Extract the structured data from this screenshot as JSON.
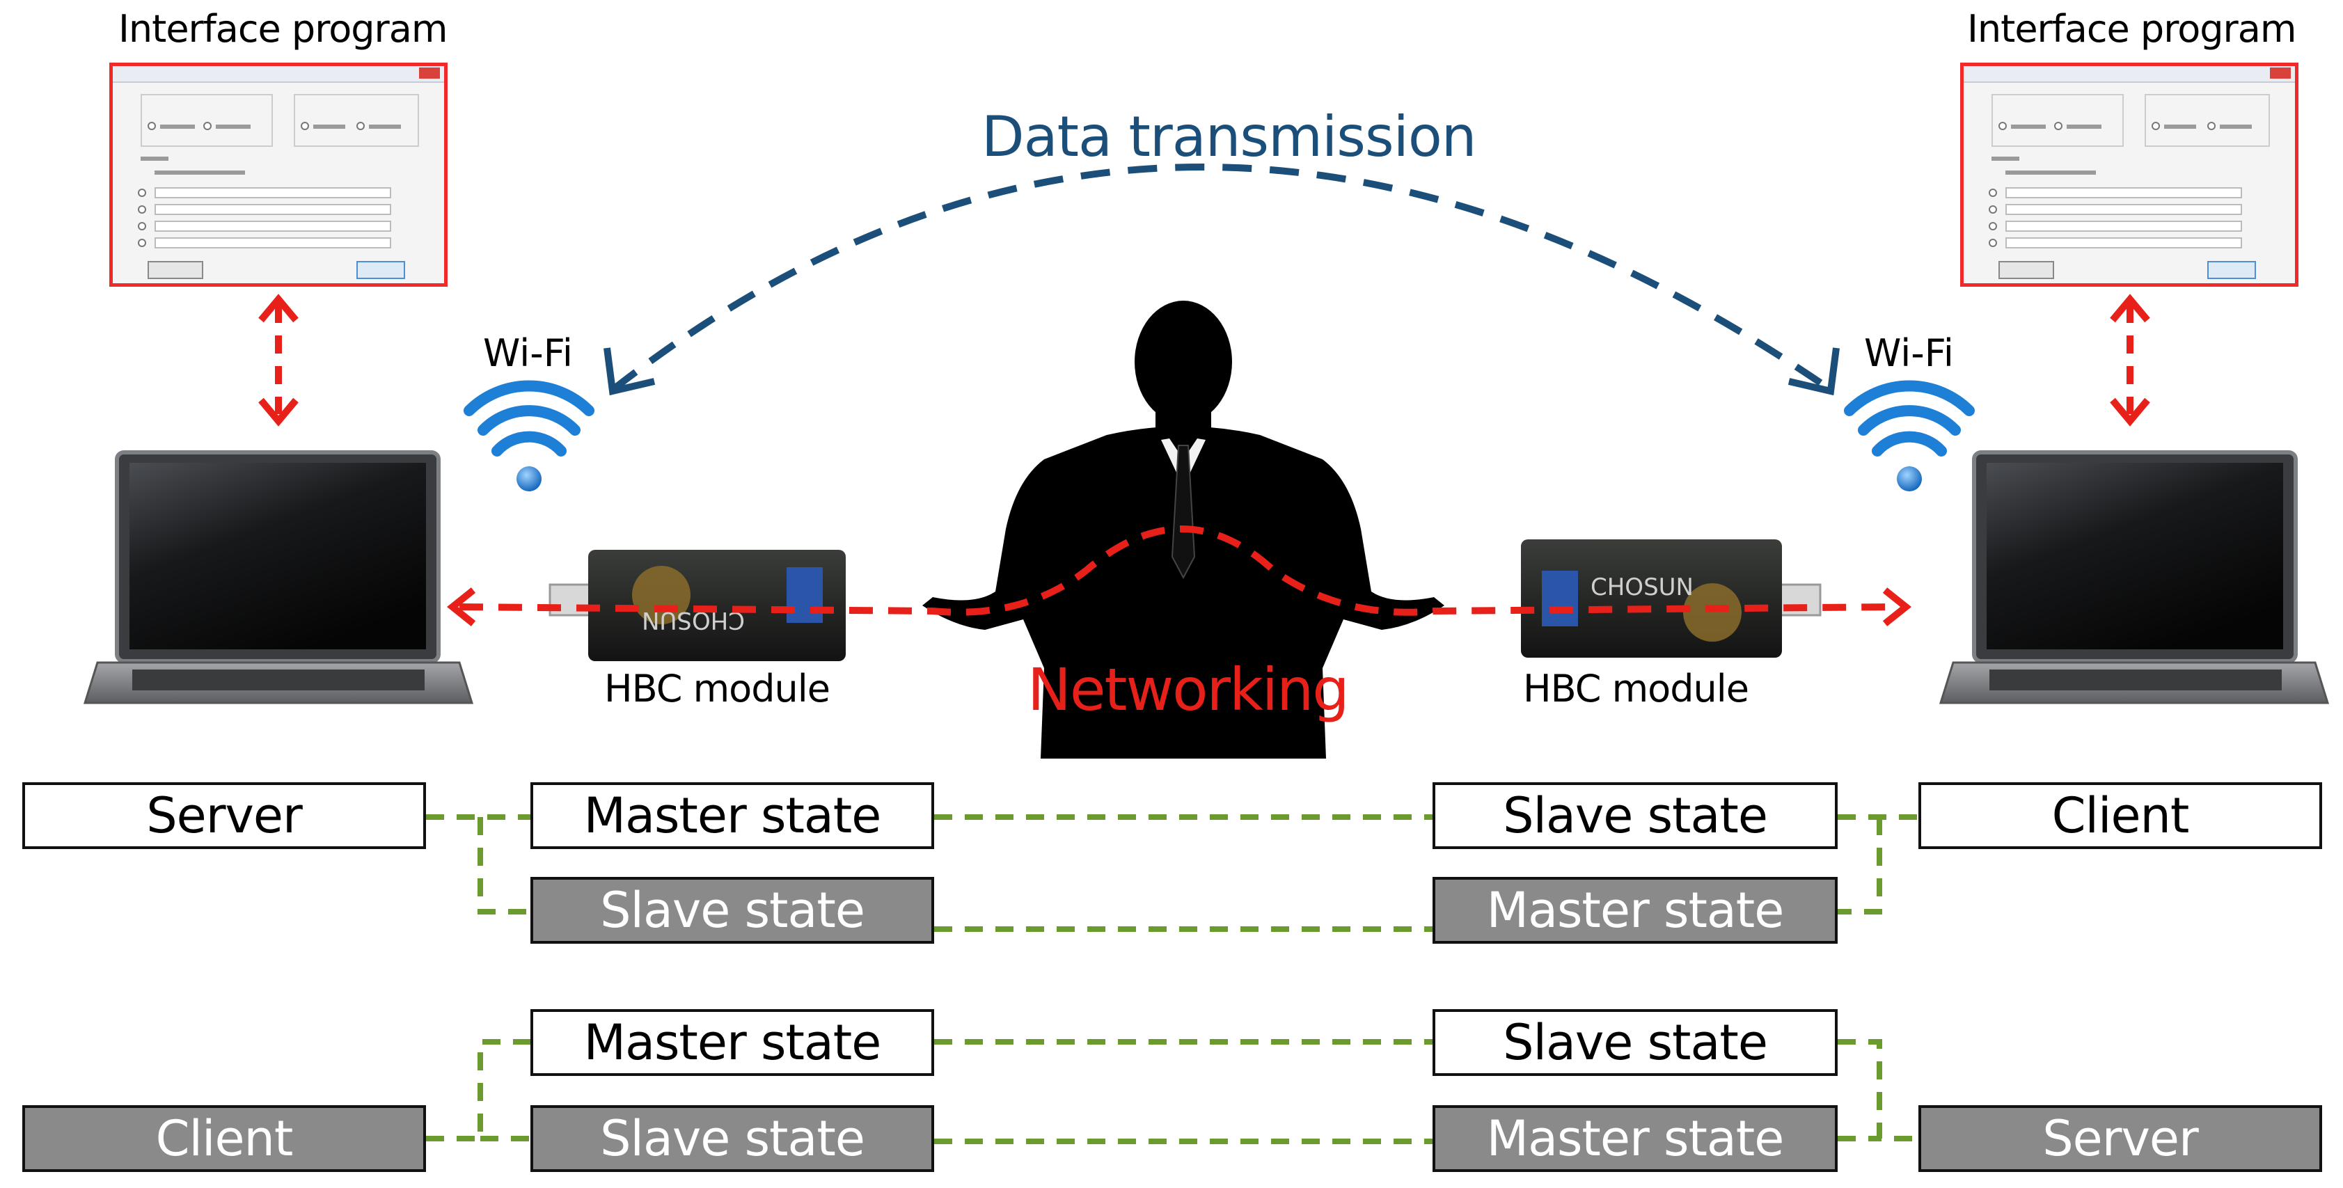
{
  "captions": {
    "interface_left": "Interface program",
    "interface_right": "Interface program",
    "data_transmission": "Data transmission",
    "wifi_left": "Wi-Fi",
    "wifi_right": "Wi-Fi",
    "hbc_left": "HBC module",
    "hbc_right": "HBC module",
    "networking": "Networking"
  },
  "module_logo": "CHOSUN",
  "states_top": {
    "left_end": "Server",
    "left_upper": "Master state",
    "left_lower": "Slave state",
    "right_upper": "Slave state",
    "right_lower": "Master state",
    "right_end": "Client"
  },
  "states_bottom": {
    "left_end": "Client",
    "left_upper": "Master state",
    "left_lower": "Slave state",
    "right_upper": "Slave state",
    "right_lower": "Master state",
    "right_end": "Server"
  },
  "colors": {
    "arrow_red": "#e8201a",
    "arc_blue": "#1b4f7a",
    "connector_green": "#6b9a2e",
    "box_gray": "#8a8a8a",
    "window_border": "#f02a2a",
    "wifi_blue": "#1e7fd6"
  }
}
